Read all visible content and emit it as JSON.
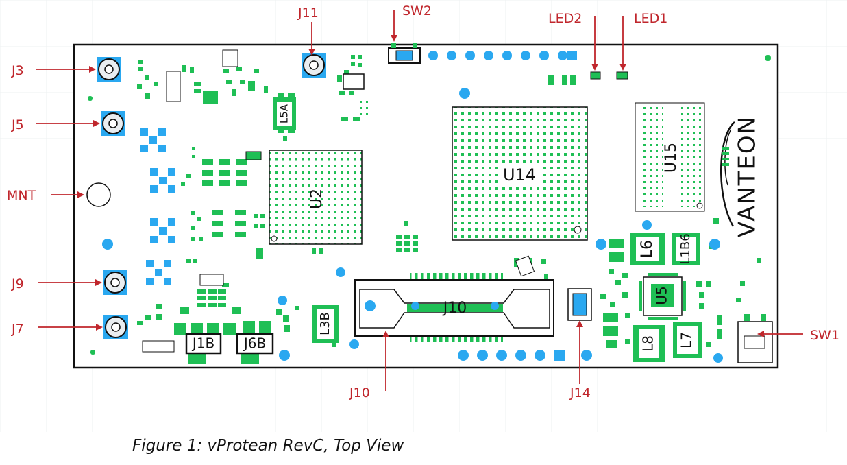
{
  "callouts": {
    "j11": "J11",
    "sw2": "SW2",
    "led2": "LED2",
    "led1": "LED1",
    "j3": "J3",
    "j5": "J5",
    "mnt": "MNT",
    "j9": "J9",
    "j7": "J7",
    "sw1": "SW1",
    "j10": "J10",
    "j14": "J14"
  },
  "silkscreen": {
    "u14": "U14",
    "u2": "U2",
    "u15": "U15",
    "j10": "J10",
    "u5": "U5",
    "j1b": "J1B",
    "j6b": "J6B",
    "l5a": "L5A",
    "l3b": "L3B",
    "l6": "L6",
    "l1b6": "L1B6",
    "l8": "L8",
    "l7": "L7",
    "logo": "VANTEON"
  },
  "caption": "Figure 1: vProtean RevC, Top View",
  "colors": {
    "callout": "#c0262c",
    "pad_green": "#1fbf55",
    "pad_blue": "#2aa8f0",
    "outline": "#111111"
  }
}
